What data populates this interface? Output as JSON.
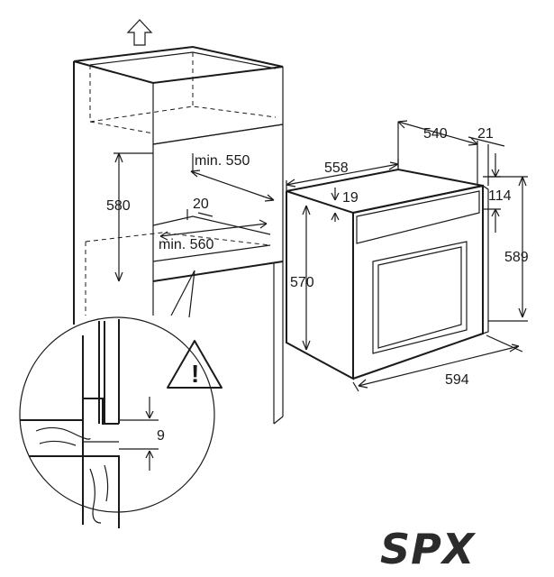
{
  "dimensions": {
    "cabinet_depth_min": "min. 550",
    "cabinet_height": "580",
    "cabinet_gap": "20",
    "cabinet_width_min": "min. 560",
    "oven_depth": "558",
    "oven_body_depth": "540",
    "door_offset": "21",
    "panel_offset": "19",
    "top_offset": "114",
    "oven_body_height": "570",
    "oven_height": "589",
    "oven_width": "594",
    "detail_gap": "9"
  },
  "warning_symbol": "!",
  "brand": {
    "logo_text": "SPX"
  },
  "icons": {
    "up_arrow": "up-arrow-icon",
    "warning": "warning-triangle-icon"
  }
}
